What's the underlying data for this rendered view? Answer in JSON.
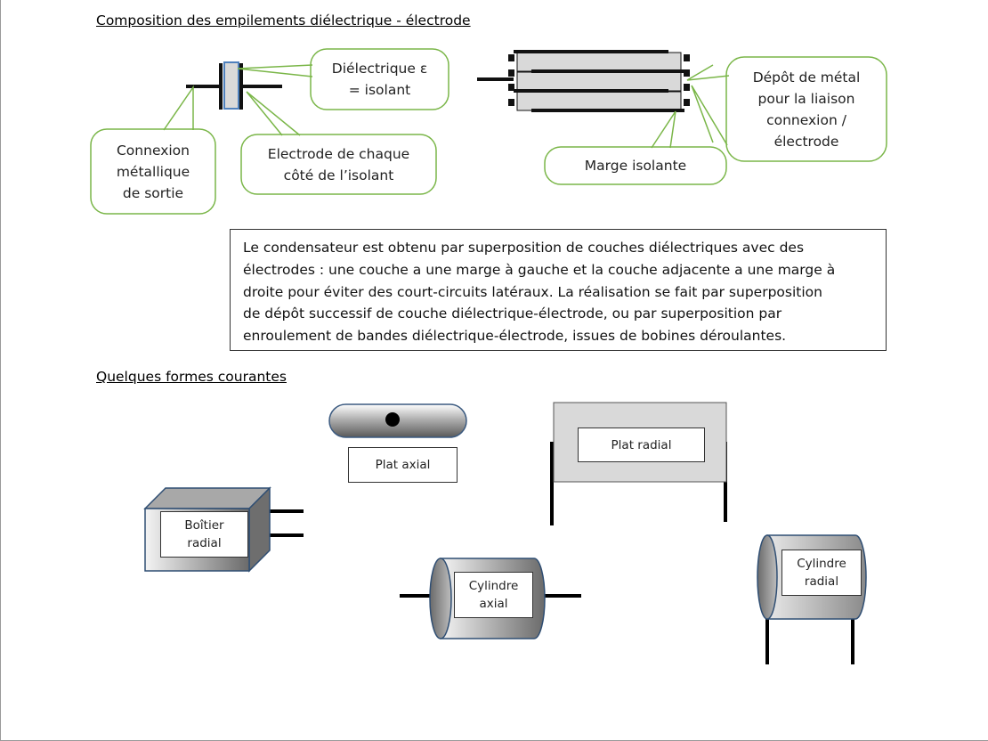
{
  "headings": {
    "composition": "Composition des empilements diélectrique - électrode",
    "formes": "Quelques formes courantes"
  },
  "callouts": {
    "dielectrique": [
      "Diélectrique ε",
      "= isolant"
    ],
    "connexion": [
      "Connexion",
      "métallique",
      "de sortie"
    ],
    "electrode": [
      "Electrode de chaque",
      "côté de l’isolant"
    ],
    "depot": [
      "Dépôt de métal",
      "pour la liaison",
      "connexion /",
      "électrode"
    ],
    "marge": [
      "Marge isolante"
    ]
  },
  "description": [
    "Le condensateur est obtenu par superposition de couches diélectriques avec  des",
    "électrodes : une couche a une marge à gauche et la couche adjacente a une marge à",
    "droite pour éviter des court-circuits latéraux.  La réalisation se fait par superposition",
    "de dépôt successif de couche diélectrique-électrode, ou par superposition par",
    "enroulement de bandes diélectrique-électrode, issues de bobines déroulantes."
  ],
  "shapes": {
    "plat_axial": [
      "Plat axial"
    ],
    "plat_radial": [
      "Plat radial"
    ],
    "boitier_radial": [
      "Boîtier",
      "radial"
    ],
    "cylindre_axial": [
      "Cylindre",
      "axial"
    ],
    "cylindre_radial": [
      "Cylindre",
      "radial"
    ]
  },
  "colors": {
    "callout_border": "#7ab648",
    "gray_light": "#d9d9d9",
    "gray_dark": "#6e6e6e",
    "dielectric_blue": "#4f81bd"
  }
}
